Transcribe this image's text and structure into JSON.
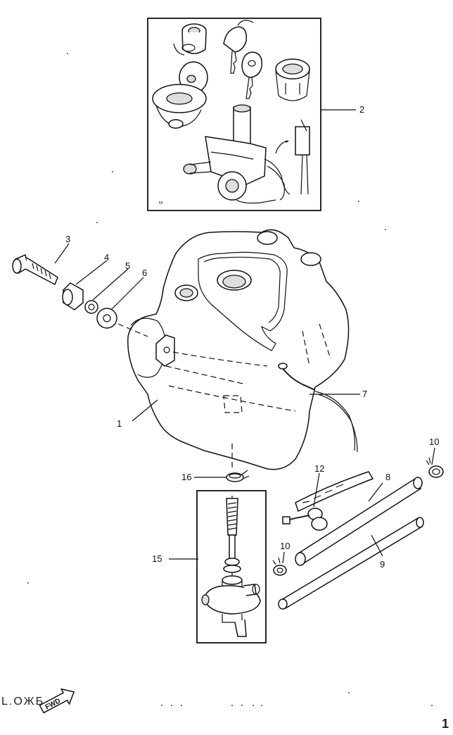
{
  "callouts": {
    "c1": "1",
    "c2": "2",
    "c3": "3",
    "c4": "4",
    "c5": "5",
    "c6": "6",
    "c7": "7",
    "c8": "8",
    "c9": "9",
    "c10a": "10",
    "c10b": "10",
    "c12": "12",
    "c15": "15",
    "c16": "16"
  },
  "fwd_badge": "FWD",
  "corner_text": {
    "left": "L.OЖБ",
    "right": "1"
  }
}
